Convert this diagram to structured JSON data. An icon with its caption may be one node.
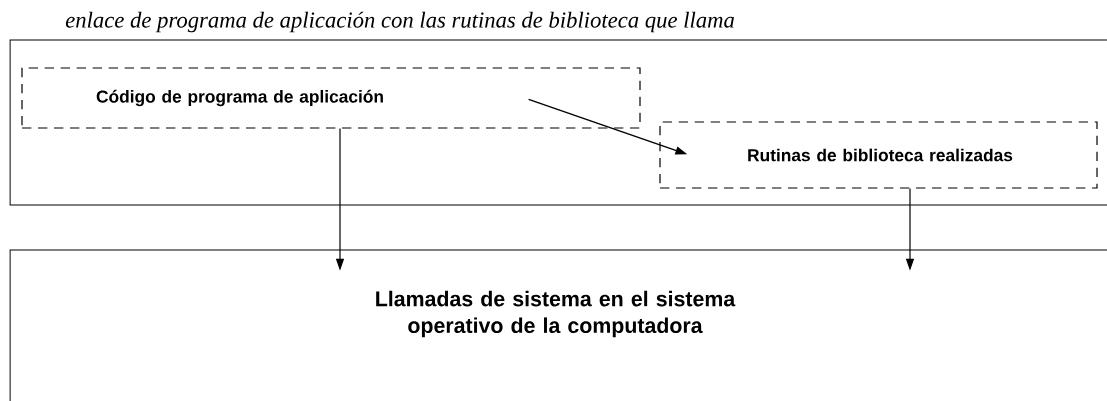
{
  "diagram": {
    "title": "enlace de programa de aplicación con las rutinas de biblioteca que llama",
    "nodes": [
      {
        "text": [],
        "shape": "box"
      },
      {
        "text": [
          "Código de programa de aplicación"
        ],
        "in": 0
      },
      {
        "text": [
          "Rutinas de biblioteca realizadas"
        ],
        "in": 0
      },
      {
        "text": [
          "Llamadas de sistema en el sistema operativo de la computadora"
        ]
      }
    ],
    "edges": [
      {
        "from": 1,
        "to": 2,
        "arrow": "to"
      },
      {
        "from": 1,
        "to": 3,
        "arrow": "to"
      },
      {
        "from": 2,
        "to": 3,
        "arrow": "to"
      }
    ]
  }
}
